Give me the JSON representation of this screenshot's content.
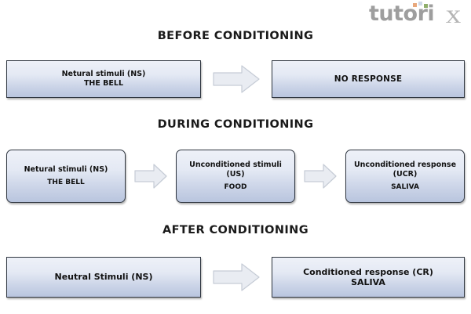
{
  "logo": {
    "word": "tutori",
    "tail": "x",
    "colors": {
      "word": "#9e9e9e",
      "square_orange": "#e8a87c",
      "square_blue": "#cfd8e8",
      "square_green": "#8fae6b"
    }
  },
  "theme": {
    "box_fill_top": "#eef1f8",
    "box_fill_bottom": "#b9c5de",
    "box_border": "#2f3640",
    "arrow_fill": "#e9ecf2",
    "arrow_border": "#c9ced8",
    "text": "#111111"
  },
  "sections": [
    {
      "id": "before",
      "title": "BEFORE CONDITIONING",
      "items": [
        {
          "kind": "box",
          "line1": "Netural stimuli (NS)",
          "line2": "THE BELL"
        },
        {
          "kind": "arrow",
          "label": "arrow-right"
        },
        {
          "kind": "box",
          "line1": "NO RESPONSE",
          "line2": ""
        }
      ]
    },
    {
      "id": "during",
      "title": "DURING CONDITIONING",
      "items": [
        {
          "kind": "box",
          "line1": "Netural stimuli (NS)",
          "line2": "THE BELL"
        },
        {
          "kind": "arrow",
          "label": "arrow-right"
        },
        {
          "kind": "box",
          "line1": "Unconditioned stimuli (US)",
          "line2": "FOOD"
        },
        {
          "kind": "arrow",
          "label": "arrow-right"
        },
        {
          "kind": "box",
          "line1": "Unconditioned response (UCR)",
          "line2": "SALIVA"
        }
      ]
    },
    {
      "id": "after",
      "title": "AFTER CONDITIONING",
      "items": [
        {
          "kind": "box",
          "line1": "Neutral Stimuli (NS)",
          "line2": ""
        },
        {
          "kind": "arrow",
          "label": "arrow-right"
        },
        {
          "kind": "box",
          "line1": "Conditioned response (CR)",
          "line2": "SALIVA"
        }
      ]
    }
  ]
}
